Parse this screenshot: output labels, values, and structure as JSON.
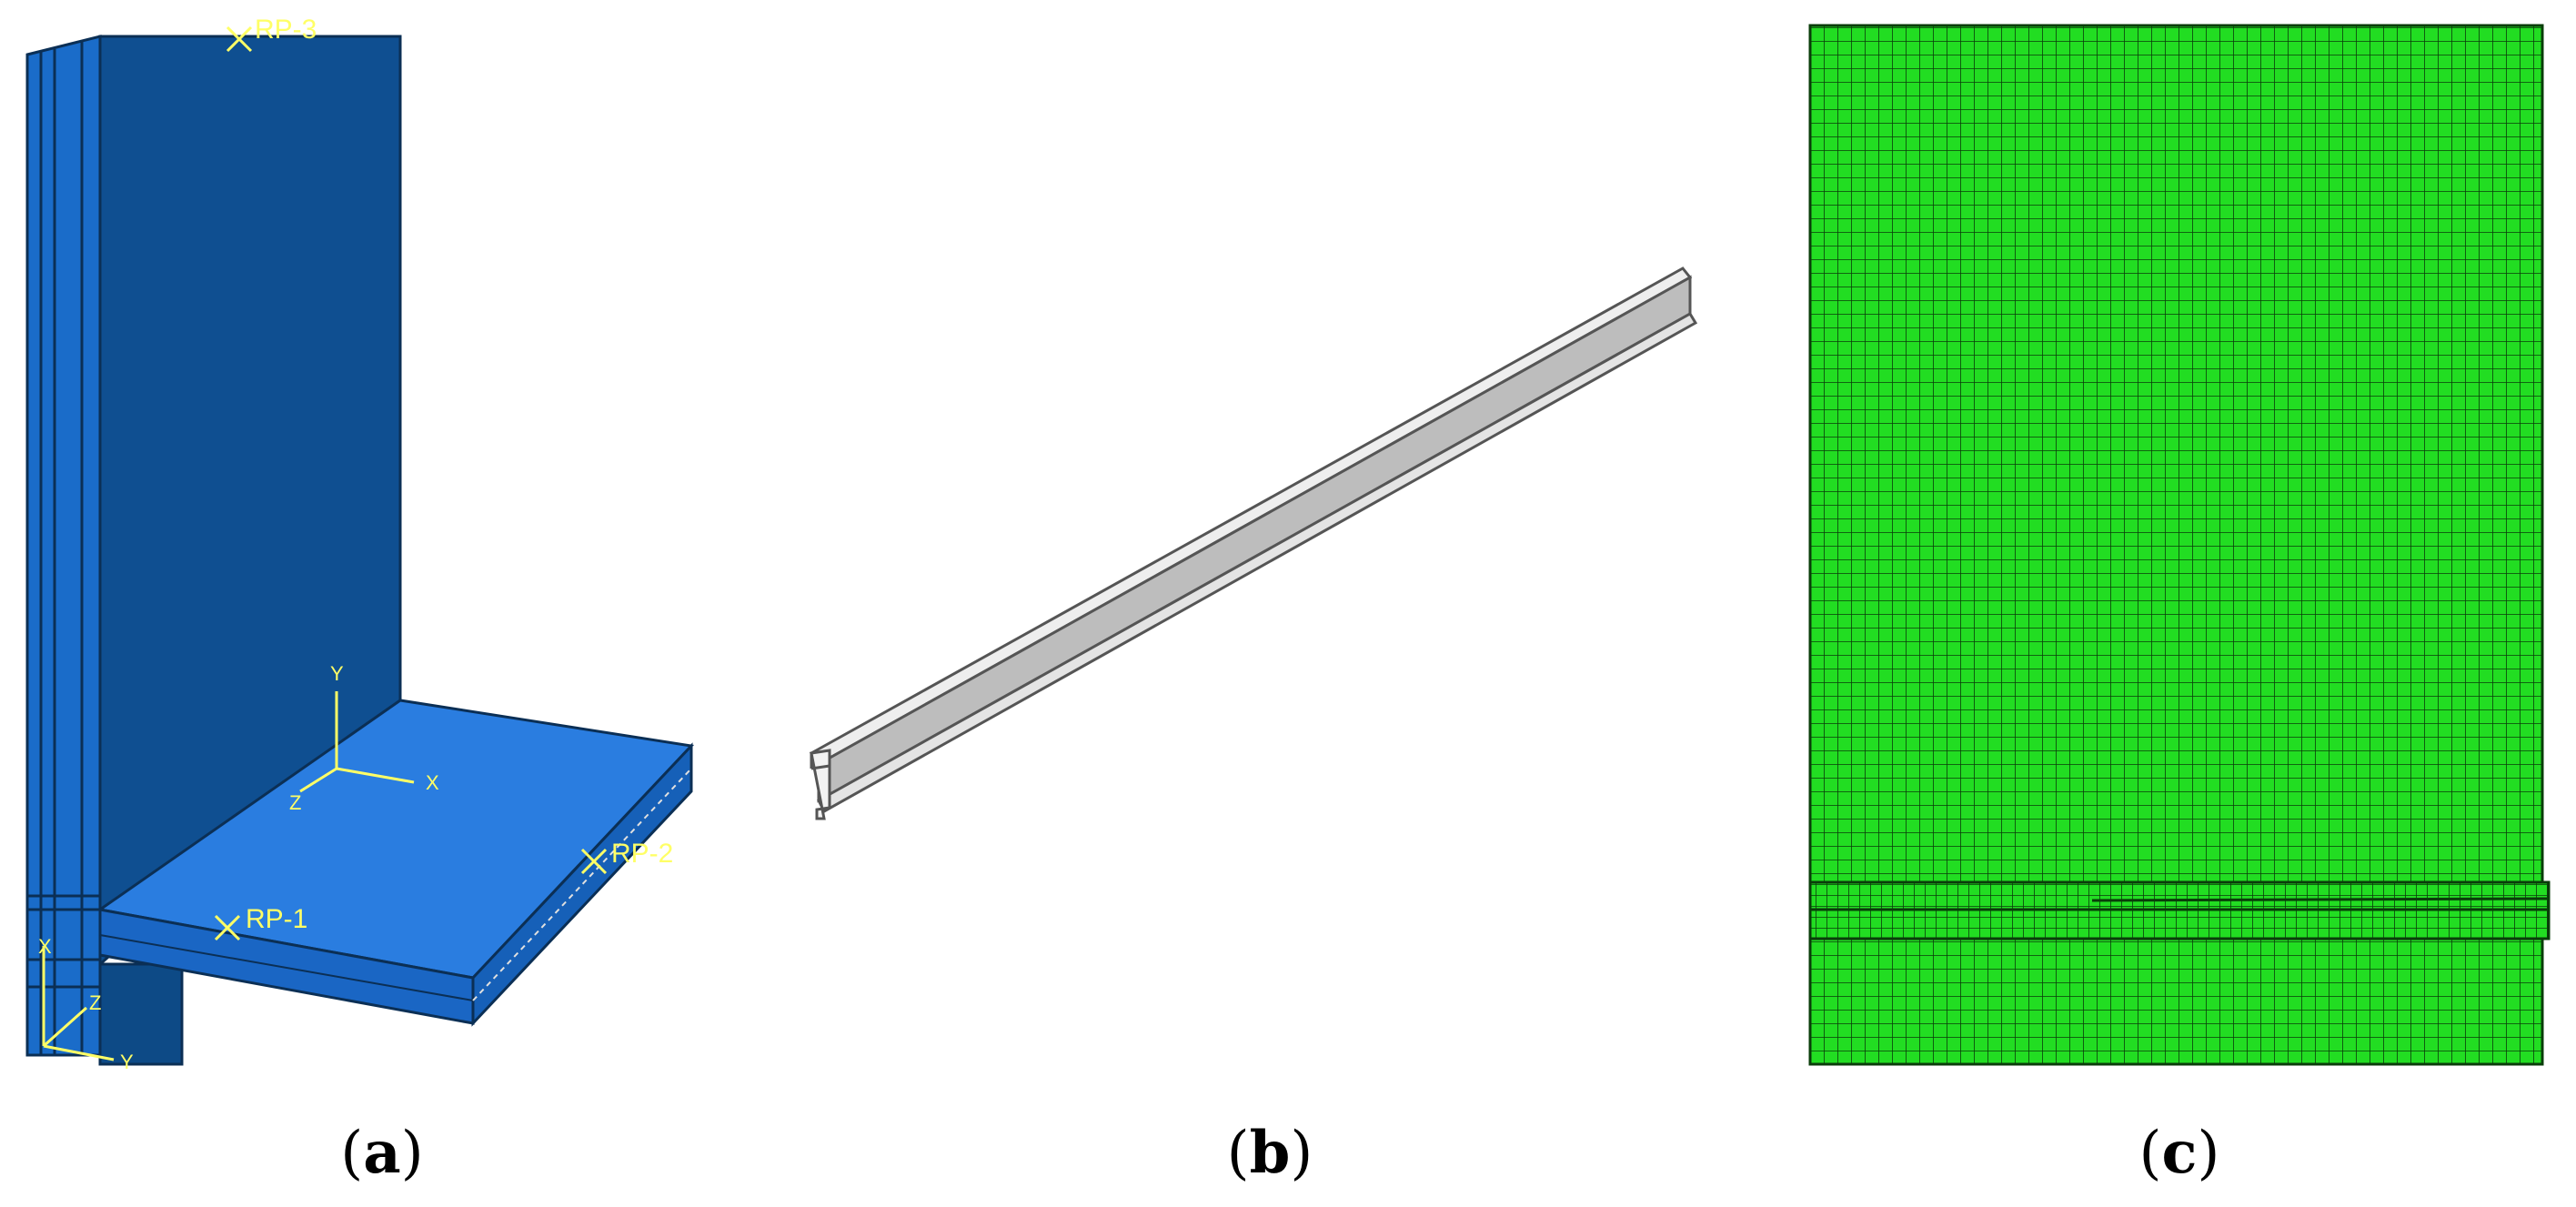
{
  "panels": {
    "a": {
      "caption_open": "(",
      "caption_letter": "a",
      "caption_close": ")",
      "reference_points": [
        "RP-3",
        "RP-2",
        "RP-1"
      ],
      "axes_main": [
        "Y",
        "X",
        "Z"
      ],
      "axes_corner": [
        "X",
        "Z",
        "Y"
      ]
    },
    "b": {
      "caption_open": "(",
      "caption_letter": "b",
      "caption_close": ")"
    },
    "c": {
      "caption_open": "(",
      "caption_letter": "c",
      "caption_close": ")"
    }
  },
  "colors": {
    "wall_face": "#1f6fc2",
    "wall_front": "#0f4f91",
    "slab_top": "#2a7de0",
    "slab_edge": "#1a66c4",
    "annotation": "#ffff66",
    "beam_light": "#eeeeee",
    "beam_dark": "#bdbdbd",
    "mesh_fill": "#22dd22",
    "mesh_line": "#0a3d0a"
  }
}
